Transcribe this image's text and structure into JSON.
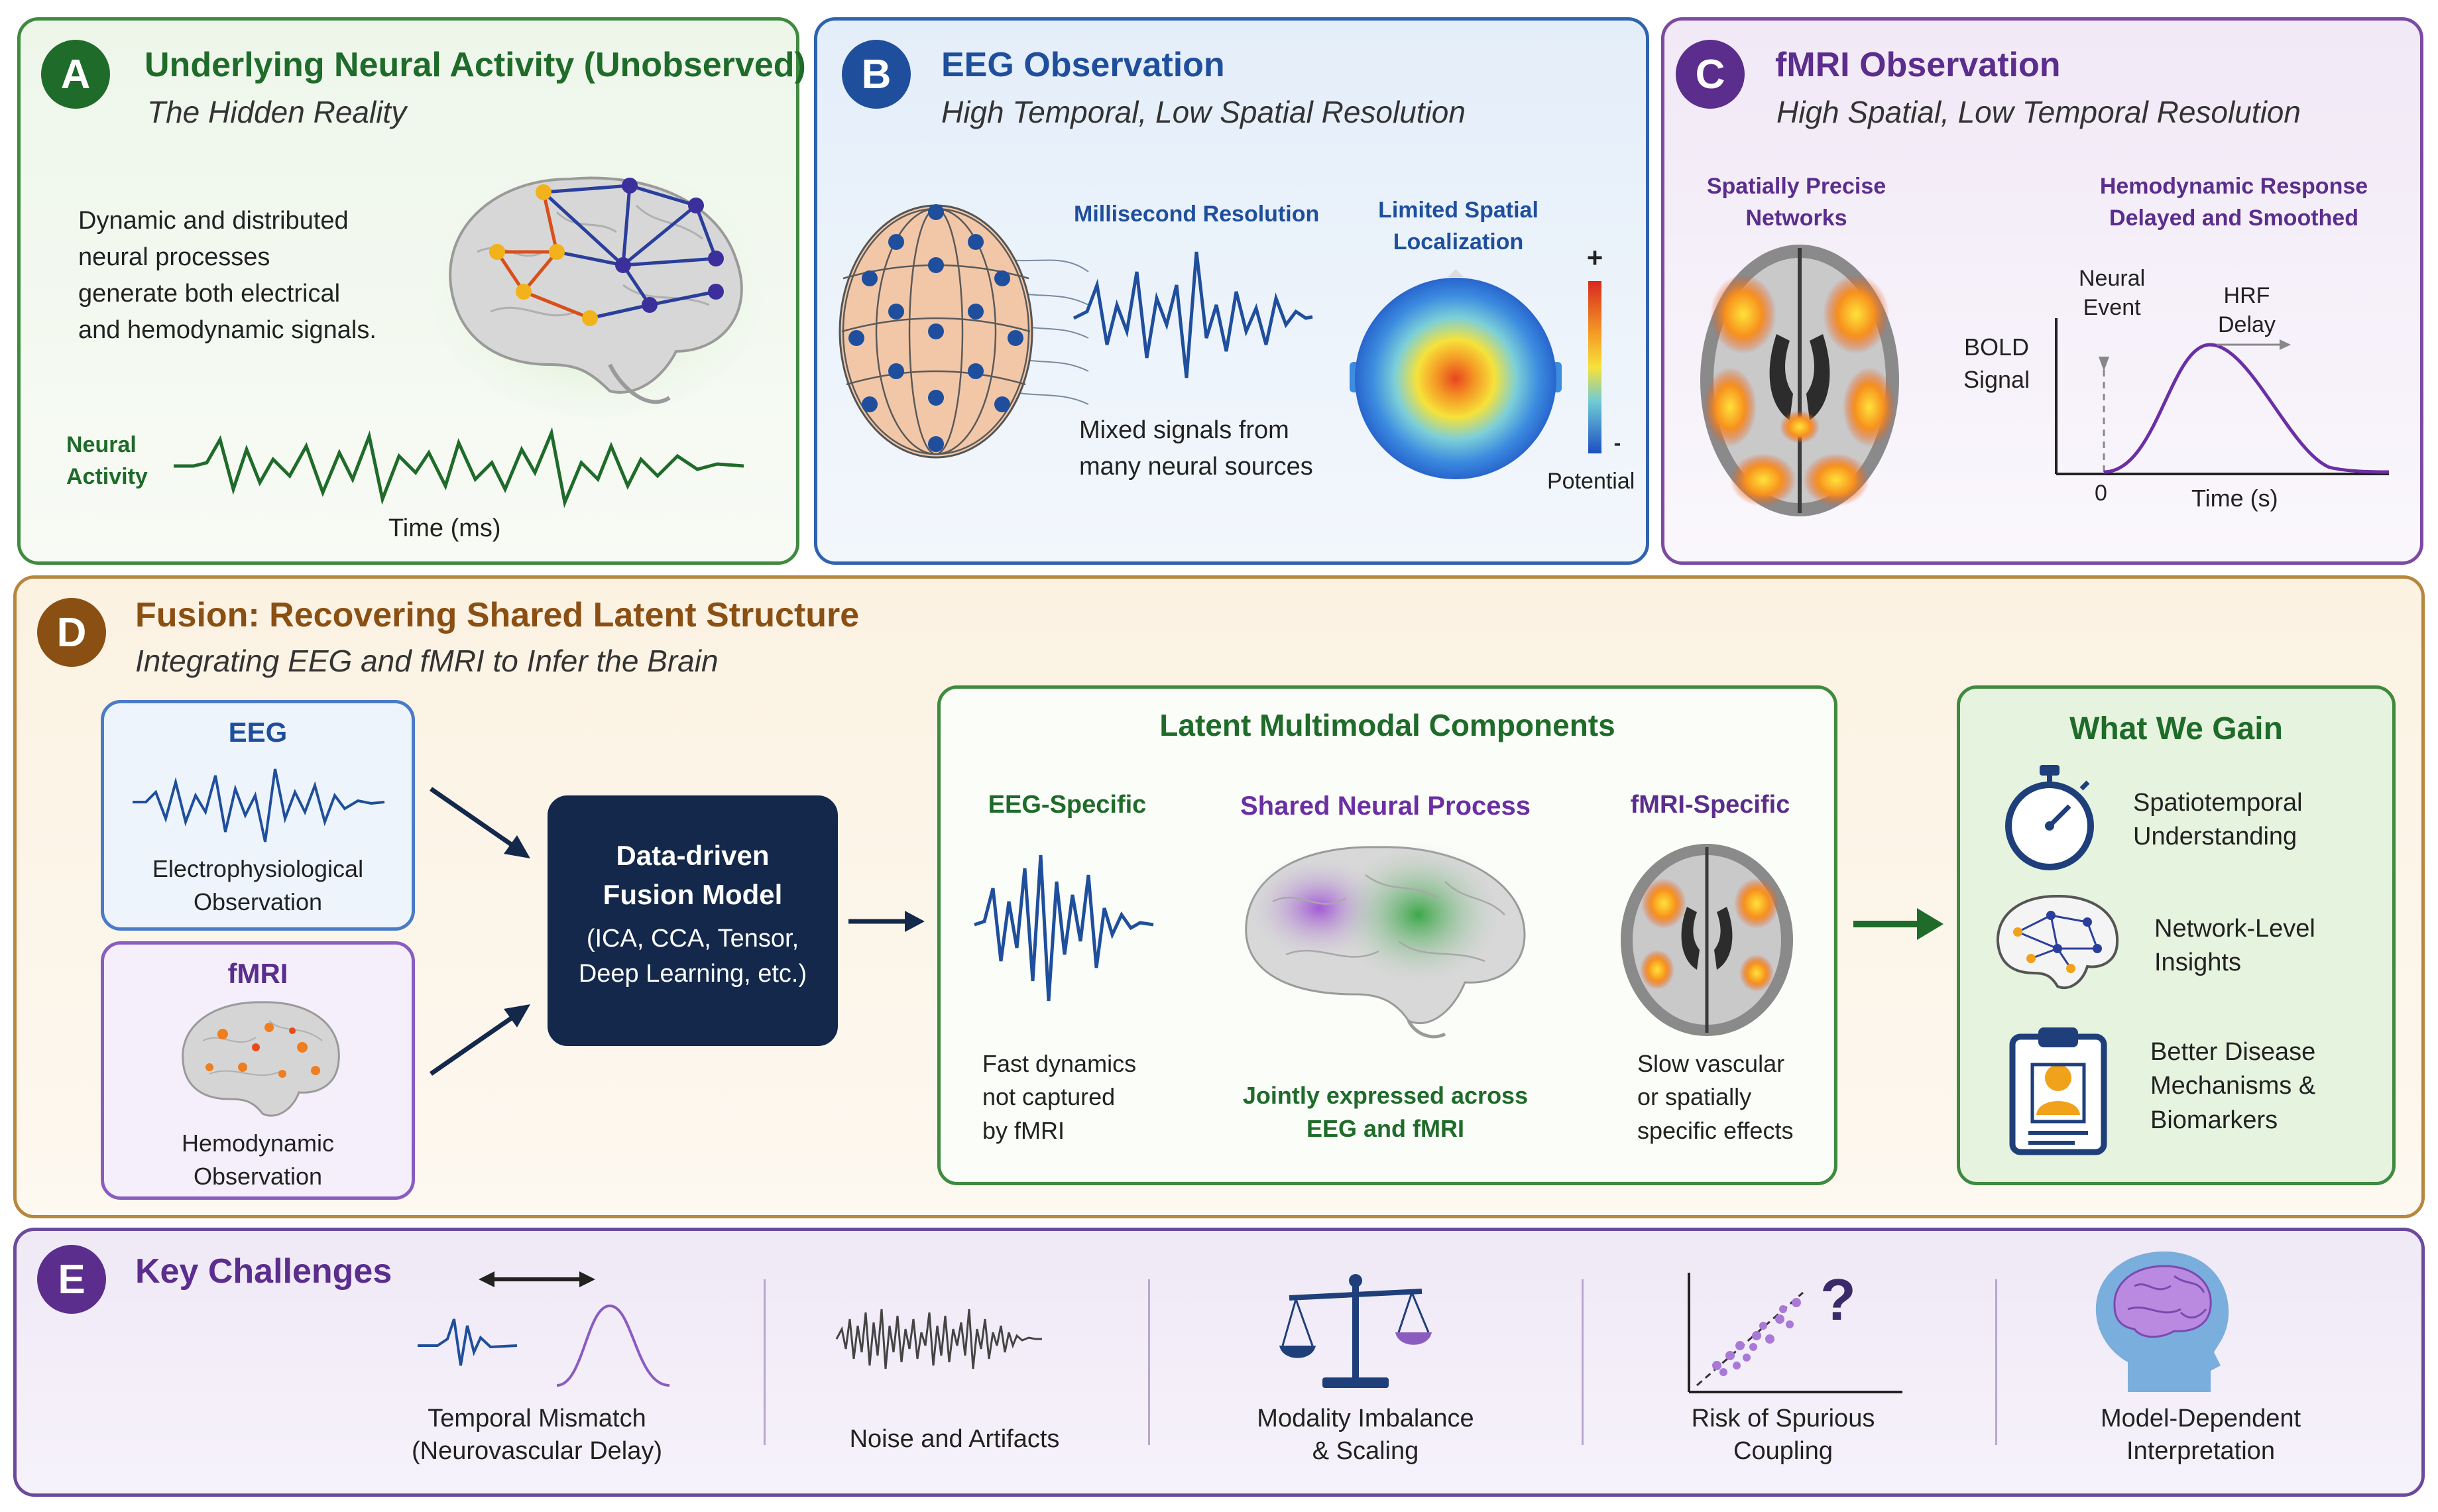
{
  "panelA": {
    "letter": "A",
    "title": "Underlying Neural Activity (Unobserved)",
    "subtitle": "The Hidden Reality",
    "description_lines": [
      "Dynamic and distributed",
      "neural processes",
      "generate both electrical",
      "and hemodynamic signals."
    ],
    "signal_label_lines": [
      "Neural",
      "Activity"
    ],
    "time_label": "Time (ms)"
  },
  "panelB": {
    "letter": "B",
    "title": "EEG Observation",
    "subtitle": "High Temporal, Low Spatial Resolution",
    "ms_label": "Millisecond Resolution",
    "mixed_lines": [
      "Mixed signals from",
      "many neural sources"
    ],
    "spatial_lines": [
      "Limited Spatial",
      "Localization"
    ],
    "plus": "+",
    "minus": "-",
    "potential": "Potential"
  },
  "panelC": {
    "letter": "C",
    "title": "fMRI Observation",
    "subtitle": "High Spatial, Low Temporal Resolution",
    "networks_lines": [
      "Spatially Precise",
      "Networks"
    ],
    "hrf_title_lines": [
      "Hemodynamic Response",
      "Delayed and Smoothed"
    ],
    "neural_event_lines": [
      "Neural",
      "Event"
    ],
    "hrf_delay_lines": [
      "HRF",
      "Delay"
    ],
    "bold_lines": [
      "BOLD",
      "Signal"
    ],
    "zero": "0",
    "time_s": "Time (s)"
  },
  "panelD": {
    "letter": "D",
    "title": "Fusion: Recovering Shared Latent Structure",
    "subtitle": "Integrating EEG and fMRI to Infer the Brain",
    "eeg_title": "EEG",
    "eeg_lines": [
      "Electrophysiological",
      "Observation"
    ],
    "fmri_title": "fMRI",
    "fmri_lines": [
      "Hemodynamic",
      "Observation"
    ],
    "model_lines": [
      "Data-driven",
      "Fusion Model"
    ],
    "model_methods_lines": [
      "(ICA, CCA, Tensor,",
      "Deep Learning, etc.)"
    ],
    "latent_title": "Latent Multimodal Components",
    "eeg_specific": "EEG-Specific",
    "eeg_specific_lines": [
      "Fast dynamics",
      "not captured",
      "by fMRI"
    ],
    "shared": "Shared Neural Process",
    "shared_lines": [
      "Jointly expressed across",
      "EEG and fMRI"
    ],
    "fmri_specific": "fMRI-Specific",
    "fmri_specific_lines": [
      "Slow vascular",
      "or spatially",
      "specific effects"
    ],
    "gain_title": "What We Gain",
    "gains": [
      {
        "icon": "stopwatch-icon",
        "lines": [
          "Spatiotemporal",
          "Understanding"
        ]
      },
      {
        "icon": "brain-network-icon",
        "lines": [
          "Network-Level",
          "Insights"
        ]
      },
      {
        "icon": "clipboard-icon",
        "lines": [
          "Better Disease",
          "Mechanisms &",
          "Biomarkers"
        ]
      }
    ]
  },
  "panelE": {
    "letter": "E",
    "title": "Key Challenges",
    "items": [
      {
        "icon": "delay-icon",
        "lines": [
          "Temporal Mismatch",
          "(Neurovascular Delay)"
        ]
      },
      {
        "icon": "noise-icon",
        "lines": [
          "Noise and Artifacts"
        ]
      },
      {
        "icon": "scale-icon",
        "lines": [
          "Modality Imbalance",
          "& Scaling"
        ]
      },
      {
        "icon": "scatter-question-icon",
        "lines": [
          "Risk of Spurious",
          "Coupling"
        ],
        "mark": "?"
      },
      {
        "icon": "head-brain-icon",
        "lines": [
          "Model-Dependent",
          "Interpretation"
        ]
      }
    ]
  },
  "colors": {
    "green": "#1f6b2a",
    "blue": "#1f4f9c",
    "purple": "#5b2d8c",
    "brown": "#8a4f12",
    "navy": "#13284a"
  }
}
